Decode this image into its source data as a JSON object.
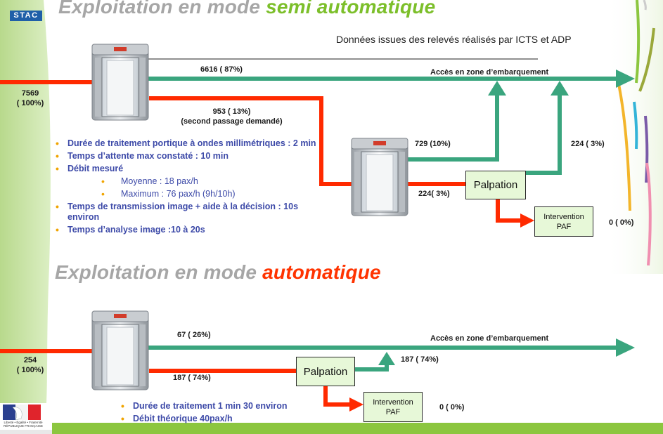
{
  "header": {
    "logo_text": "STAC",
    "source_note": "Données issues des relevés réalisés par ICTS et ADP"
  },
  "section_semi": {
    "title_prefix": "Exploitation en mode ",
    "title_highlight": "semi automatique",
    "input_value": "7569",
    "input_pct": "( 100%)",
    "direct_pass": "6616 ( 87%)",
    "second_pass": "953 ( 13%)",
    "second_pass_note": "(second passage demandé)",
    "second_portal_pass": "729 (10%)",
    "to_palpation": "224( 3%)",
    "palpation_pass": "224 ( 3%)",
    "intervention_count": "0 ( 0%)",
    "destination": "Accès en zone d’embarquement",
    "palpation_label": "Palpation",
    "intervention_line1": "Intervention",
    "intervention_line2": "PAF",
    "bullets": {
      "b1": "Durée de traitement portique à ondes millimétriques : 2 min",
      "b2": "Temps d’attente max constaté : 10 min",
      "b3": "Débit mesuré",
      "s1": "Moyenne : 18 pax/h",
      "s2": "Maximum : 76 pax/h (9h/10h)",
      "b4": "Temps de transmission image + aide à la décision : 10s environ",
      "b5": "Temps d’analyse image  :10 à 20s"
    }
  },
  "section_auto": {
    "title_prefix": "Exploitation en mode ",
    "title_highlight": "automatique",
    "input_value": "254",
    "input_pct": "( 100%)",
    "direct_pass": "67 ( 26%)",
    "to_palpation": "187 ( 74%)",
    "palpation_pass": "187 ( 74%)",
    "intervention_count": "0 ( 0%)",
    "destination": "Accès en zone d’embarquement",
    "palpation_label": "Palpation",
    "intervention_line1": "Intervention",
    "intervention_line2": "PAF",
    "bullets": {
      "b1": "Durée de traitement 1 min 30 environ",
      "b2": "Débit théorique 40pax/h"
    }
  },
  "footer": {
    "emblem_text": "Liberté • Égalité • Fraternité RÉPUBLIQUE FRANÇAISE"
  },
  "colors": {
    "flow_green": "#3aa57e",
    "flow_red": "#ff2a00",
    "accent_green": "#7cbf2a",
    "accent_red": "#ff3300",
    "box_fill": "#e7f8d8",
    "bullet_text": "#3d4aa8"
  }
}
